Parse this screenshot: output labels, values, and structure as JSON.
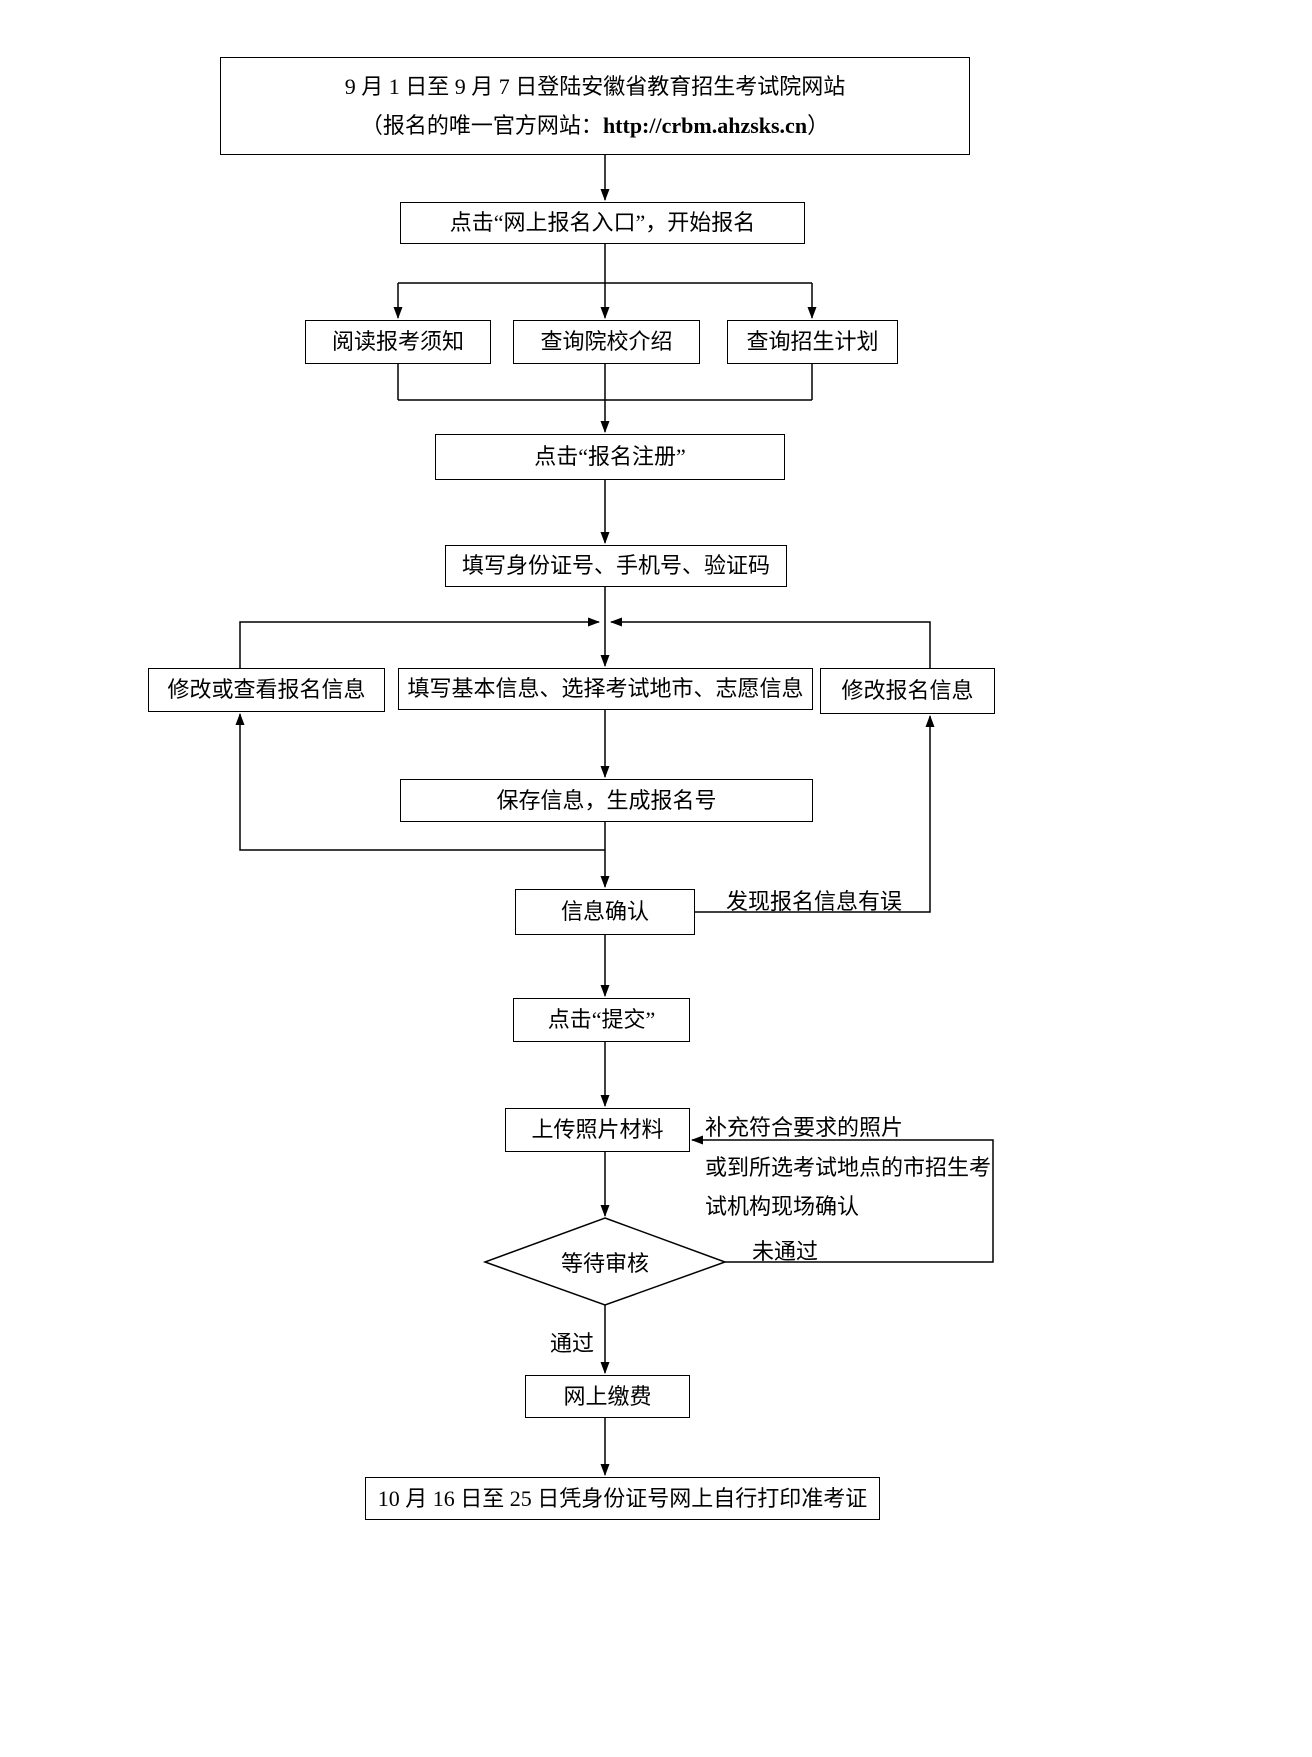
{
  "flowchart": {
    "nodes": {
      "start_line1": "9 月 1 日至 9 月 7 日登陆安徽省教育招生考试院网站",
      "start_line2_prefix": "（报名的唯一官方网站：",
      "start_line2_url": "http://crbm.ahzsks.cn",
      "start_line2_suffix": "）",
      "click_entry": "点击“网上报名入口”，开始报名",
      "read_notice": "阅读报考须知",
      "query_college": "查询院校介绍",
      "query_plan": "查询招生计划",
      "click_register": "点击“报名注册”",
      "fill_id": "填写身份证号、手机号、验证码",
      "modify_view": "修改或查看报名信息",
      "fill_basic": "填写基本信息、选择考试地市、志愿信息",
      "modify_info": "修改报名信息",
      "save_info": "保存信息，生成报名号",
      "confirm_info": "信息确认",
      "click_submit": "点击“提交”",
      "upload_photo": "上传照片材料",
      "wait_review": "等待审核",
      "pay_online": "网上缴费",
      "print_ticket": "10 月 16 日至 25 日凭身份证号网上自行打印准考证"
    },
    "edge_labels": {
      "error_found": "发现报名信息有误",
      "supplement_photo": "补充符合要求的照片",
      "onsite_confirm_line1": "或到所选考试地点的市招生考",
      "onsite_confirm_line2": "试机构现场确认",
      "not_passed": "未通过",
      "passed": "通过"
    },
    "colors": {
      "stroke": "#000000",
      "box_fill": "#ffffff"
    }
  }
}
